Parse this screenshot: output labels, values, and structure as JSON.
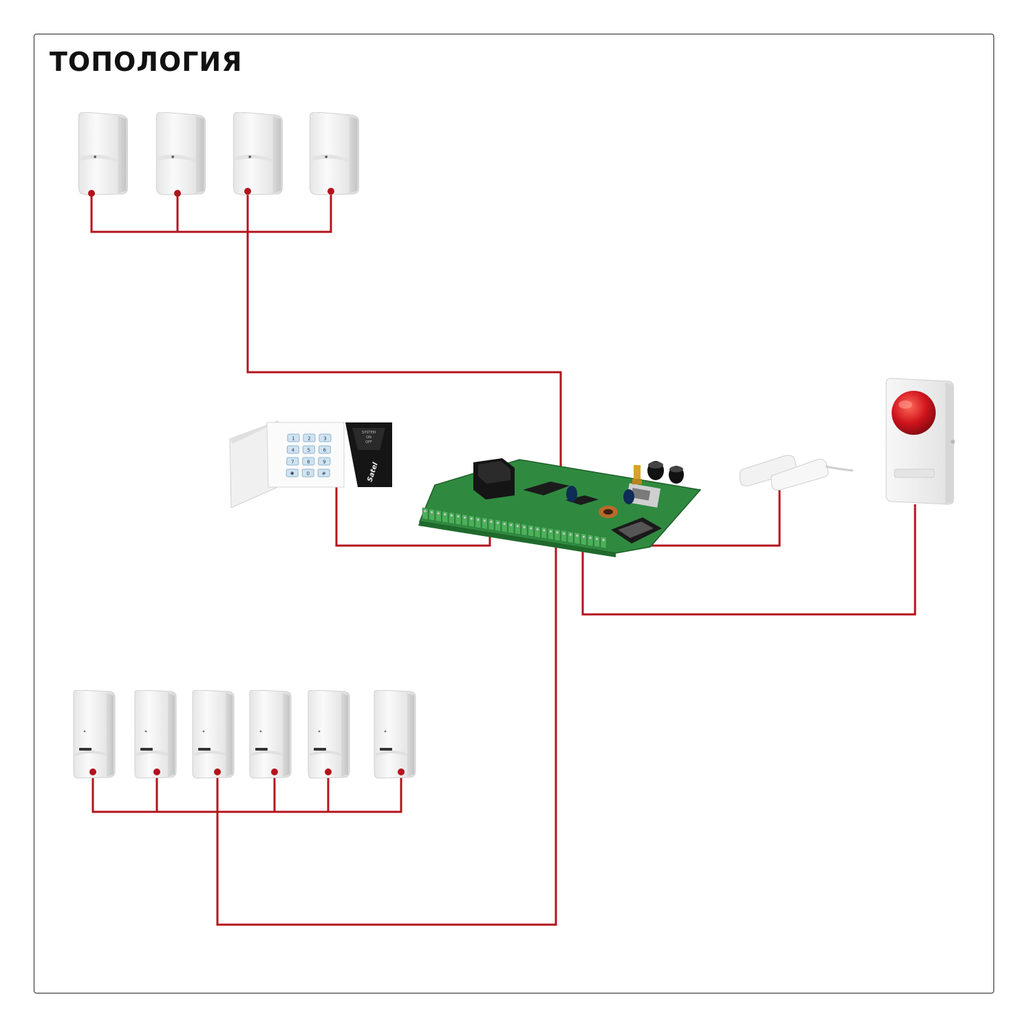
{
  "title": "ТОПОЛОГИЯ",
  "colors": {
    "wire": "#b3131d",
    "frame": "#222222",
    "pcb": "#2f8a3f",
    "terminal": "#4cb05a",
    "siren_red": "#d0141d",
    "device_white": "#f4f4f4",
    "keypad_blue": "#cfe3f1"
  },
  "keypad": {
    "keys": [
      "1",
      "2",
      "3",
      "4",
      "5",
      "6",
      "7",
      "8",
      "9",
      "✱",
      "0",
      "#"
    ],
    "leds": [
      "SYSTEM",
      "ON",
      "OFF"
    ],
    "brand": "Satel"
  },
  "components": [
    {
      "name": "motion-detector",
      "count": 10,
      "icon": "pir-sensor-icon"
    },
    {
      "name": "keypad",
      "icon": "keypad-icon"
    },
    {
      "name": "control-panel",
      "icon": "circuit-board-icon"
    },
    {
      "name": "magnetic-contact",
      "icon": "reed-switch-icon"
    },
    {
      "name": "siren",
      "icon": "siren-icon"
    }
  ]
}
